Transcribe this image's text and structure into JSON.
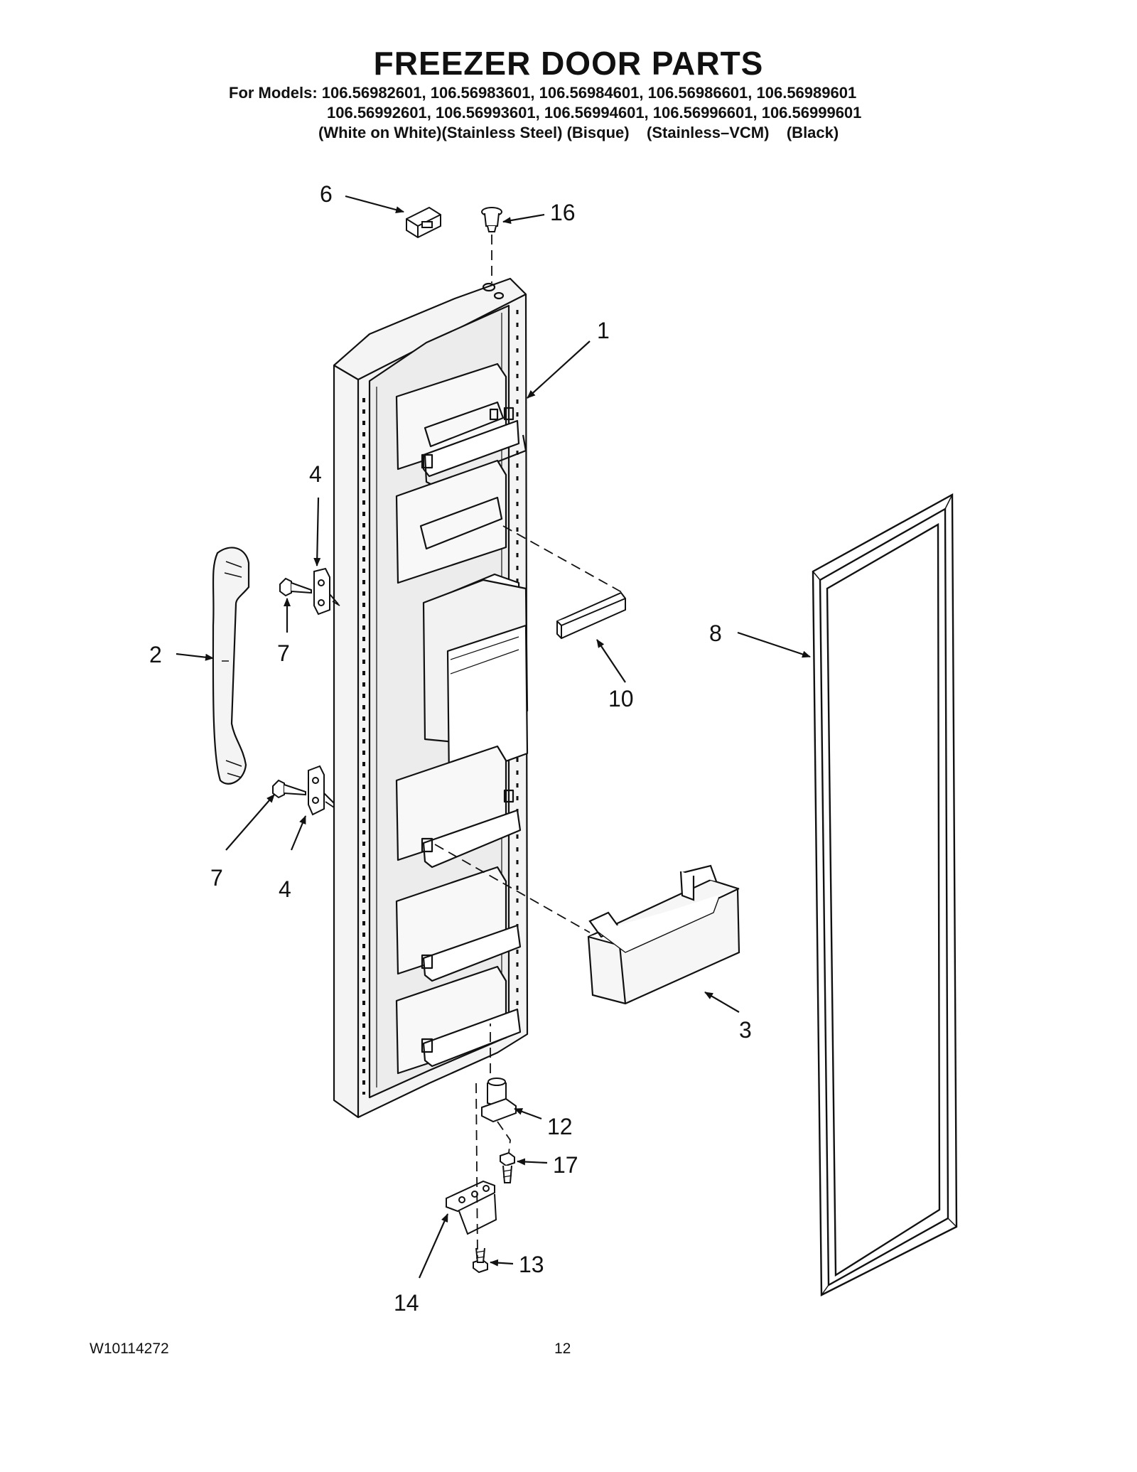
{
  "header": {
    "title": "FREEZER DOOR PARTS",
    "models_label": "For Models:",
    "models_line1": "106.56982601, 106.56983601, 106.56984601, 106.56986601, 106.56989601",
    "models_line2": "106.56992601, 106.56993601, 106.56994601, 106.56996601, 106.56999601",
    "finishes": "(White on White)(Stainless Steel) (Bisque)    (Stainless–VCM)    (Black)"
  },
  "callouts": {
    "door_panel": "1",
    "handle": "2",
    "bin_lower": "3",
    "handle_bracket_upper": "4",
    "handle_bracket_lower": "4",
    "top_cap": "6",
    "screw_upper": "7",
    "screw_lower": "7",
    "gasket": "8",
    "retainer_bar": "10",
    "hinge_pin": "12",
    "hinge_screw": "13",
    "hinge_bracket": "14",
    "top_bushing": "16",
    "pin_screw": "17"
  },
  "footer": {
    "doc_number": "W10114272",
    "page_number": "12"
  }
}
